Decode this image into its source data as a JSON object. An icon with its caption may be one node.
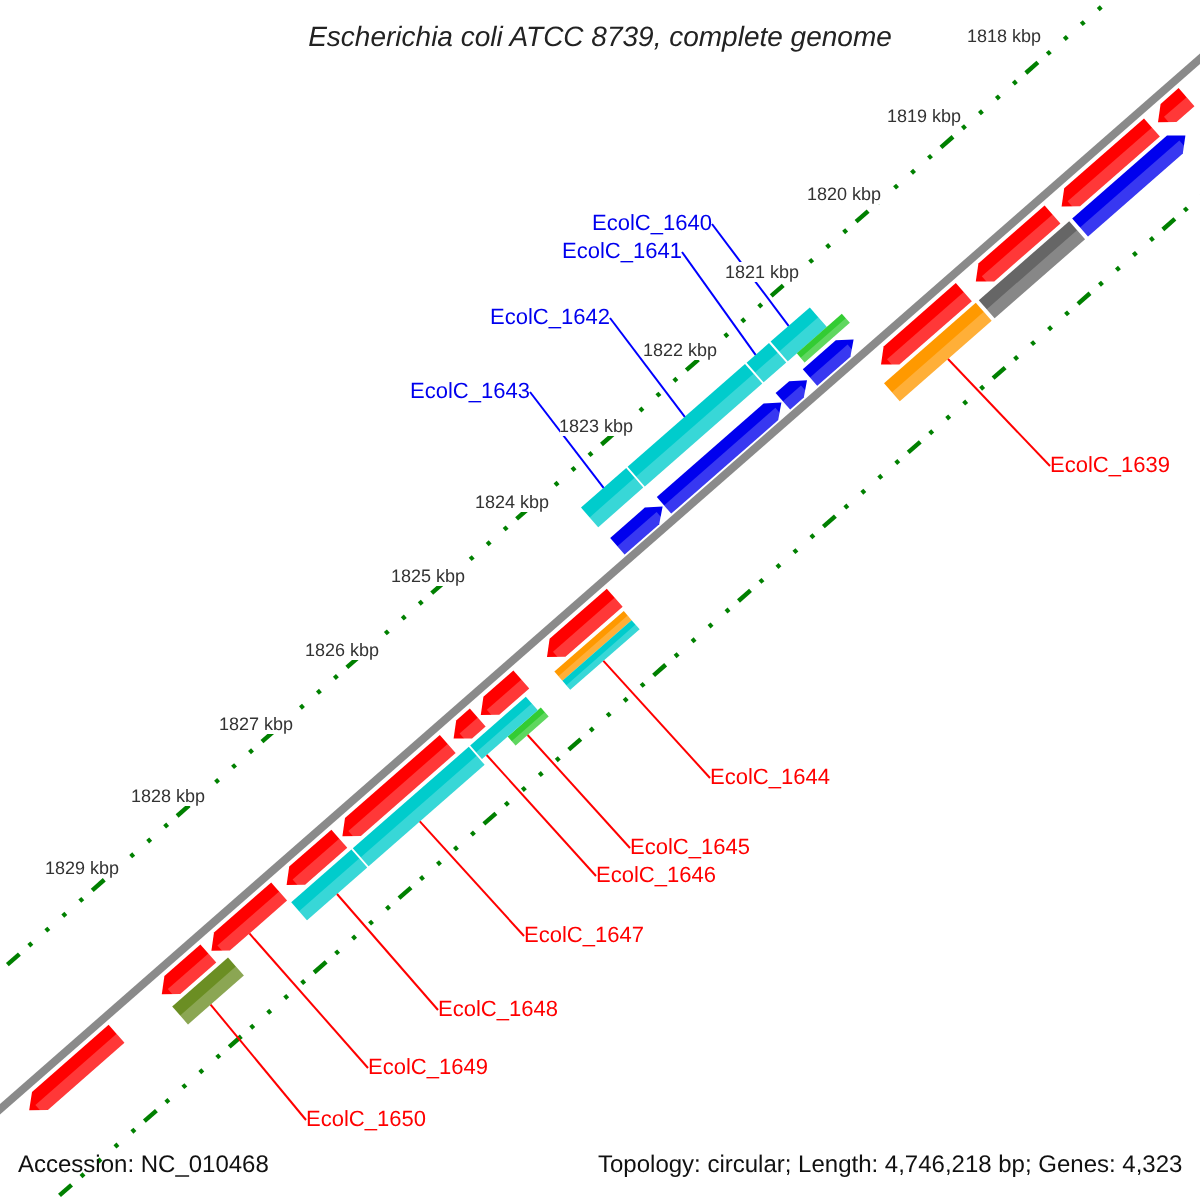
{
  "diagram": {
    "title": "Escherichia coli ATCC 8739, complete genome",
    "nodes": [
      {
        "text": [
          "EcolC_1640"
        ]
      },
      {
        "text": [
          "EcolC_1641"
        ]
      },
      {
        "text": [
          "EcolC_1642"
        ]
      },
      {
        "text": [
          "EcolC_1643"
        ]
      },
      {
        "text": [
          "EcolC_1639"
        ]
      },
      {
        "text": [
          "EcolC_1644"
        ]
      },
      {
        "text": [
          "EcolC_1645"
        ]
      },
      {
        "text": [
          "EcolC_1646"
        ]
      },
      {
        "text": [
          "EcolC_1647"
        ]
      },
      {
        "text": [
          "EcolC_1648"
        ]
      },
      {
        "text": [
          "EcolC_1649"
        ]
      },
      {
        "text": [
          "EcolC_1650"
        ]
      },
      {
        "text": [],
        "shape": "arrow"
      },
      {
        "text": [],
        "shape": "arrow"
      },
      {
        "text": [],
        "shape": "arrow"
      },
      {
        "text": [],
        "shape": "arrow"
      },
      {
        "text": [],
        "shape": "bar"
      },
      {
        "text": [],
        "shape": "arrow"
      },
      {
        "text": [],
        "shape": "bar"
      },
      {
        "text": [],
        "shape": "bar"
      },
      {
        "text": [],
        "shape": "bar"
      },
      {
        "text": [],
        "shape": "arrow"
      },
      {
        "text": [],
        "shape": "bar"
      },
      {
        "text": [],
        "shape": "arrow"
      },
      {
        "text": [],
        "shape": "bar"
      },
      {
        "text": [],
        "shape": "arrow"
      },
      {
        "text": [],
        "shape": "bar"
      },
      {
        "text": [],
        "shape": "arrow"
      },
      {
        "text": [],
        "shape": "arrow"
      },
      {
        "text": [],
        "shape": "bar"
      },
      {
        "text": [],
        "shape": "bar"
      },
      {
        "text": [],
        "shape": "arrow"
      },
      {
        "text": [],
        "shape": "bar"
      },
      {
        "text": [],
        "shape": "bar"
      },
      {
        "text": [],
        "shape": "arrow"
      },
      {
        "text": [],
        "shape": "arrow"
      },
      {
        "text": [],
        "shape": "bar"
      },
      {
        "text": [],
        "shape": "arrow"
      },
      {
        "text": [],
        "shape": "bar"
      },
      {
        "text": [],
        "shape": "arrow"
      },
      {
        "text": [],
        "shape": "arrow"
      },
      {
        "text": [],
        "shape": "bar"
      },
      {
        "text": [],
        "shape": "arrow"
      }
    ],
    "edges": [
      {
        "from": 0,
        "to": 18,
        "arrow": "none",
        "color": "#0000ff"
      },
      {
        "from": 1,
        "to": 22,
        "arrow": "none",
        "color": "#0000ff"
      },
      {
        "from": 2,
        "to": 24,
        "arrow": "none",
        "color": "#0000ff"
      },
      {
        "from": 3,
        "to": 26,
        "arrow": "none",
        "color": "#0000ff"
      },
      {
        "from": 4,
        "to": 20,
        "arrow": "none"
      },
      {
        "from": 5,
        "to": 30,
        "arrow": "none"
      },
      {
        "from": 6,
        "to": 32,
        "arrow": "none"
      },
      {
        "from": 7,
        "to": 33,
        "arrow": "none"
      },
      {
        "from": 8,
        "to": 36,
        "arrow": "none"
      },
      {
        "from": 9,
        "to": 38,
        "arrow": "none"
      },
      {
        "from": 10,
        "to": 39,
        "arrow": "none"
      },
      {
        "from": 11,
        "to": 41,
        "arrow": "none"
      }
    ],
    "labels": [
      "1818 kbp",
      "1819 kbp",
      "1820 kbp",
      "1821 kbp",
      "1822 kbp",
      "1823 kbp",
      "1824 kbp",
      "1825 kbp",
      "1826 kbp",
      "1827 kbp",
      "1828 kbp",
      "1829 kbp",
      "Accession: NC_010468",
      "Topology: circular; Length: 4,746,218 bp; Genes: 4,323"
    ]
  }
}
